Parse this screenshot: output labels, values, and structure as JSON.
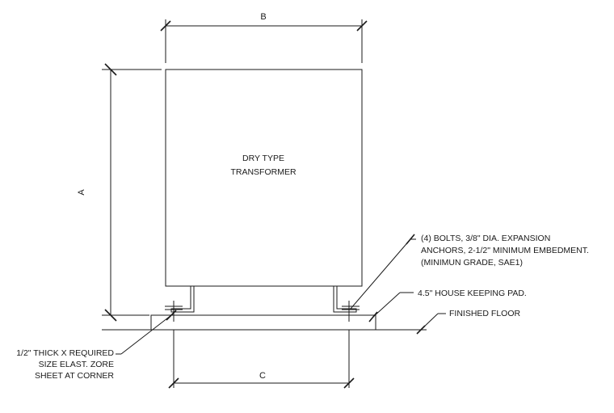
{
  "dimensions": {
    "b": "B",
    "a": "A",
    "c": "C"
  },
  "transformer": {
    "line1": "DRY TYPE",
    "line2": "TRANSFORMER"
  },
  "notes": {
    "bolts_line1": "(4) BOLTS, 3/8\" DIA. EXPANSION",
    "bolts_line2": "ANCHORS, 2-1/2\" MINIMUM EMBEDMENT.",
    "bolts_line3": "(MINIMUN GRADE, SAE1)",
    "pad": "4.5\" HOUSE KEEPING PAD.",
    "floor": "FINISHED FLOOR",
    "sheet_line1": "1/2\" THICK X REQUIRED",
    "sheet_line2": "SIZE ELAST. ZORE",
    "sheet_line3": "SHEET AT CORNER"
  }
}
